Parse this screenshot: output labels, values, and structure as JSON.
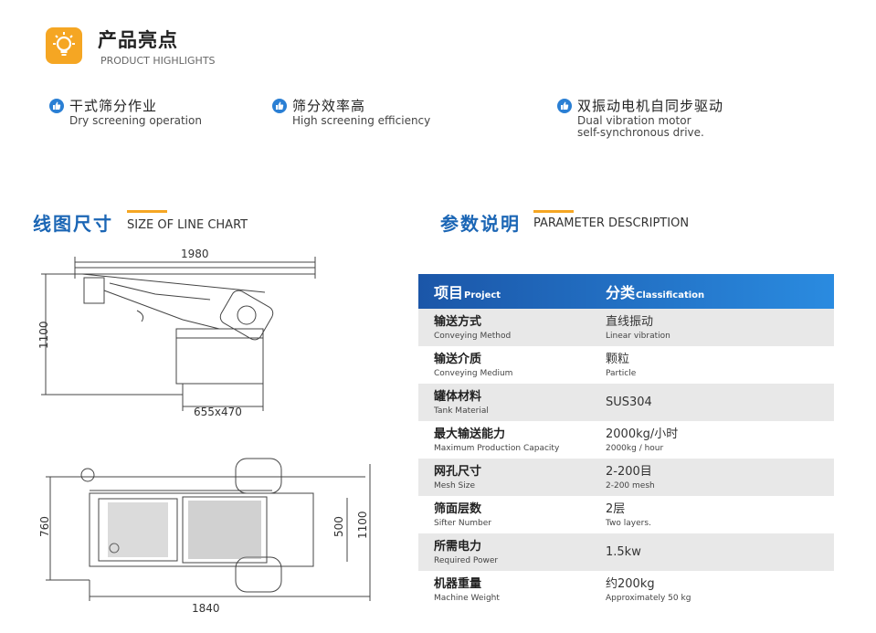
{
  "highlights": {
    "title": "产品亮点",
    "subtitle": "PRODUCT HIGHLIGHTS"
  },
  "features": [
    {
      "cn": "干式筛分作业",
      "en": "Dry screening operation"
    },
    {
      "cn": "筛分效率高",
      "en": "High screening efficiency"
    },
    {
      "cn": "双振动电机自同步驱动",
      "en_line1": "Dual vibration motor",
      "en_line2": "self-synchronous drive."
    }
  ],
  "line_chart": {
    "title_cn": "线图尺寸",
    "title_en": "SIZE OF LINE CHART"
  },
  "dimensions": {
    "side_length": "1980",
    "side_height": "1100",
    "side_base": "655x470",
    "top_length": "1840",
    "top_width": "760",
    "top_inner": "500",
    "top_overall": "1100"
  },
  "parameters": {
    "title_cn": "参数说明",
    "title_en": "PARAMETER DESCRIPTION"
  },
  "table": {
    "header": {
      "col1_cn": "项目",
      "col1_en": "Project",
      "col2_cn": "分类",
      "col2_en": "Classification"
    },
    "rows": [
      {
        "name_cn": "输送方式",
        "name_en": "Conveying Method",
        "value_cn": "直线振动",
        "value_en": "Linear vibration"
      },
      {
        "name_cn": "输送介质",
        "name_en": "Conveying Medium",
        "value_cn": "颗粒",
        "value_en": "Particle"
      },
      {
        "name_cn": "罐体材料",
        "name_en": "Tank Material",
        "value_cn": "SUS304",
        "value_en": ""
      },
      {
        "name_cn": "最大输送能力",
        "name_en": "Maximum Production Capacity",
        "value_cn": "2000kg/小时",
        "value_en": "2000kg / hour"
      },
      {
        "name_cn": "网孔尺寸",
        "name_en": "Mesh Size",
        "value_cn": "2-200目",
        "value_en": "2-200 mesh"
      },
      {
        "name_cn": "筛面层数",
        "name_en": "Sifter Number",
        "value_cn": "2层",
        "value_en": "Two layers."
      },
      {
        "name_cn": "所需电力",
        "name_en": "Required Power",
        "value_cn": "1.5kw",
        "value_en": ""
      },
      {
        "name_cn": "机器重量",
        "name_en": "Machine Weight",
        "value_cn": "约200kg",
        "value_en": "Approximately 50 kg"
      }
    ]
  },
  "colors": {
    "accent_orange": "#f5a623",
    "brand_blue": "#1b66b5",
    "header_blue": "#1b56a8"
  },
  "icons": {
    "highlight": "lightbulb-icon",
    "feature": "thumbs-up-icon"
  }
}
